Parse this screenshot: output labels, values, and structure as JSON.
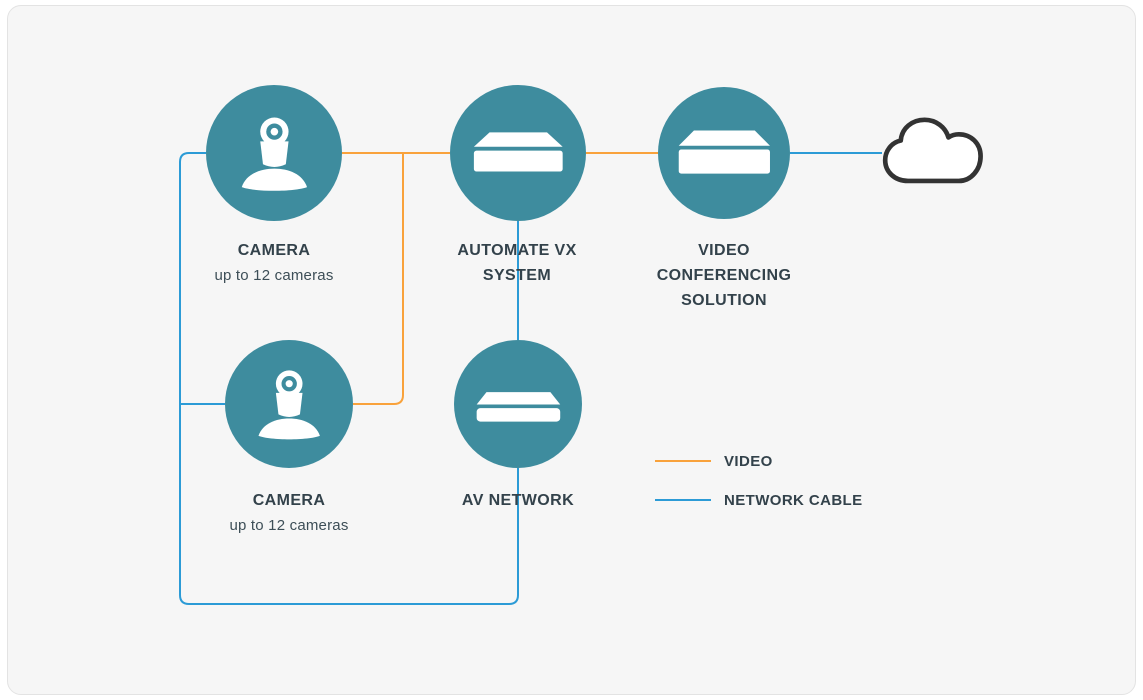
{
  "canvas": {
    "card_bg": "#f6f6f6",
    "node_color": "#3E8C9E",
    "text_color": "#33424B"
  },
  "nodes": {
    "camera1": {
      "label": "CAMERA",
      "sublabel": "up to 12 cameras",
      "icon": "ptz-camera-icon"
    },
    "automate_vx": {
      "label": "AUTOMATE VX SYSTEM",
      "icon": "av-processor-box-icon"
    },
    "video_conferencing": {
      "label": "VIDEO CONFERENCING SOLUTION",
      "icon": "codec-box-icon"
    },
    "camera2": {
      "label": "CAMERA",
      "sublabel": "up to 12 cameras",
      "icon": "ptz-camera-icon"
    },
    "av_network": {
      "label": "AV NETWORK",
      "icon": "network-switch-icon"
    },
    "cloud": {
      "icon": "cloud-icon"
    }
  },
  "legend": {
    "video": {
      "label": "VIDEO",
      "color": "#F9A23B"
    },
    "network_cable": {
      "label": "NETWORK CABLE",
      "color": "#2C9BD6"
    }
  }
}
